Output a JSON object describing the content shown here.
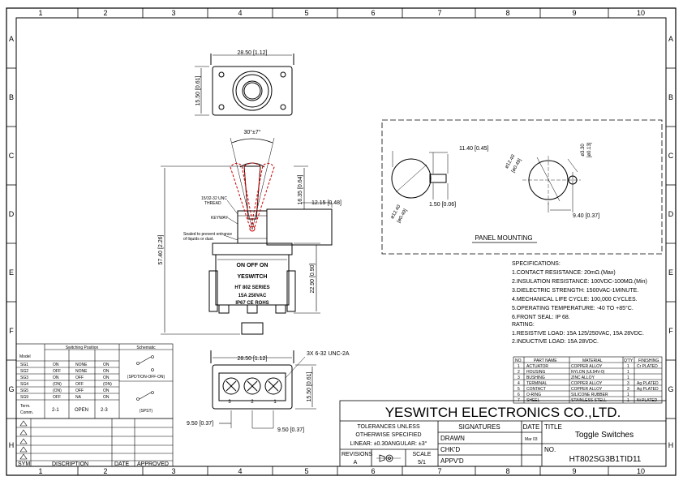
{
  "frame": {
    "columns": [
      "1",
      "2",
      "3",
      "4",
      "5",
      "6",
      "7",
      "8",
      "9",
      "10"
    ],
    "rows": [
      "A",
      "B",
      "C",
      "D",
      "E",
      "F",
      "G",
      "H"
    ]
  },
  "dims": {
    "top_width": "28.50 [1.12]",
    "top_height": "15.50 [0.61]",
    "angle": "30°±7°",
    "lever_len": "16.35 [0.64]",
    "body_width": "12.15 [0.48]",
    "overall_height": "57.40 [2.26]",
    "housing_height": "22.90 [0.90]",
    "bottom_width": "28.50 [1.12]",
    "bottom_height": "15.50 [0.61]",
    "screws": "3X 6-32 UNC-2A",
    "pitch_left": "9.50 [0.37]",
    "pitch_right": "9.50 [0.37]"
  },
  "side_notes": {
    "thread": "15/32-32 UNC",
    "thread2": "THREAD",
    "keyway": "KEYWAY",
    "sealed1": "Sealed to prevent entrance",
    "sealed2": "of liquids or dust."
  },
  "body_print": {
    "positions": "ON  OFF  ON",
    "brand": "YESWITCH",
    "series": "HT 802 SERIES",
    "rating": "15A    250VAC",
    "cert": "IP67 CE ROHS"
  },
  "terminals": [
    "3",
    "2",
    "1"
  ],
  "panel": {
    "d1": "11.40 [0.45]",
    "d2": "1.50 [0.06]",
    "d3": "ø12.40",
    "d3b": "[ø0.49]",
    "d4": "ø12.40",
    "d4b": "[ø0.49]",
    "d5": "ø3.30",
    "d5b": "[ø0.13]",
    "d6": "9.40 [0.37]",
    "title": "PANEL MOUNTING"
  },
  "specs": {
    "title": "SPECIFICATIONS:",
    "lines": [
      "1.CONTACT RESISTANCE: 20mΩ.(Max)",
      "2.INSULATION RESISTANCE: 100VDC-100MΩ.(Min)",
      "3.DIELECTRIC STRENGTH: 1500VAC-1MINUTE.",
      "4.MECHANICAL LIFE CYCLE: 100,000 CYCLES.",
      "5.OPERATING TEMPERATURE: -40 TO +85°C.",
      "6.FRONT SEAL: IP 68."
    ]
  },
  "rating": {
    "title": "RATING:",
    "lines": [
      "1.RESISTIVE LOAD: 15A 125/250VAC, 15A 28VDC.",
      "2.INDUCTIVE LOAD: 15A 28VDC."
    ]
  },
  "bom": {
    "headers": [
      "NO.",
      "PART NAME",
      "MATERIAL",
      "Q'TY",
      "FINISHING"
    ],
    "rows": [
      [
        "1",
        "ACTUATOR",
        "COPPER ALLOY",
        "1",
        "Cr PLATED"
      ],
      [
        "2",
        "HOUSING",
        "NYLON (UL94V-0)",
        "1",
        ""
      ],
      [
        "3",
        "BUSHING",
        "ZINC ALLOY",
        "1",
        ""
      ],
      [
        "4",
        "TERMINAL",
        "COPPER ALLOY",
        "3",
        "Ag PLATED"
      ],
      [
        "5",
        "CONTACT",
        "COPPER ALLOY",
        "3",
        "Ag PLATED"
      ],
      [
        "6",
        "O-RING",
        "SILICONE RUBBER",
        "1",
        ""
      ],
      [
        "7",
        "SHEEL",
        "STAINLESS STELL",
        "1",
        "Ni PLATED"
      ]
    ]
  },
  "switching": {
    "title_pos": "Switching Position",
    "title_sch": "Schematic",
    "model_header": "Model",
    "rows": [
      [
        "SG1",
        "ON",
        "NONE",
        "ON"
      ],
      [
        "SG2",
        "OFF",
        "NONE",
        "ON"
      ],
      [
        "SG3",
        "ON",
        "OFF",
        "ON"
      ],
      [
        "SG4",
        "(ON)",
        "OFF",
        "(ON)"
      ],
      [
        "SG5",
        "(ON)",
        "OFF",
        "ON"
      ],
      [
        "SG9",
        "OFF",
        "NA",
        "ON"
      ]
    ],
    "term_label1": "Term.",
    "term_label2": "Comm.",
    "term": [
      "2-1",
      "OPEN",
      "2-3"
    ],
    "sch1": "(SPDT/ON-OFF-ON)",
    "sch2": "(SPST)"
  },
  "revisions": {
    "headers": [
      "SYM",
      "DISCRIPTION",
      "DATE",
      "APPROVED"
    ]
  },
  "title_block": {
    "company": "YESWITCH ELECTRONICS CO.,LTD.",
    "tol1": "TOLERANCES UNLESS",
    "tol2": "OTHERWISE SPECIFIED",
    "tol3": "LINEAR: ±0.30ANGULAR: ±3°",
    "signatures": "SIGNATURES",
    "date": "DATE",
    "title_label": "TITLE",
    "title_value": "Toggle Switches",
    "drawn": "DRAWN",
    "drawn_date": "Mar 03",
    "chkd": "CHK'D",
    "appvd": "APPV'D",
    "no_label": "NO.",
    "no_value": "HT802SG3B1TID11",
    "revisions": "REVISIONS",
    "rev": "A",
    "scale": "SCALE",
    "scale_value": "5/1"
  },
  "colors": {
    "actuator": "#cc0000",
    "line": "#000000"
  }
}
